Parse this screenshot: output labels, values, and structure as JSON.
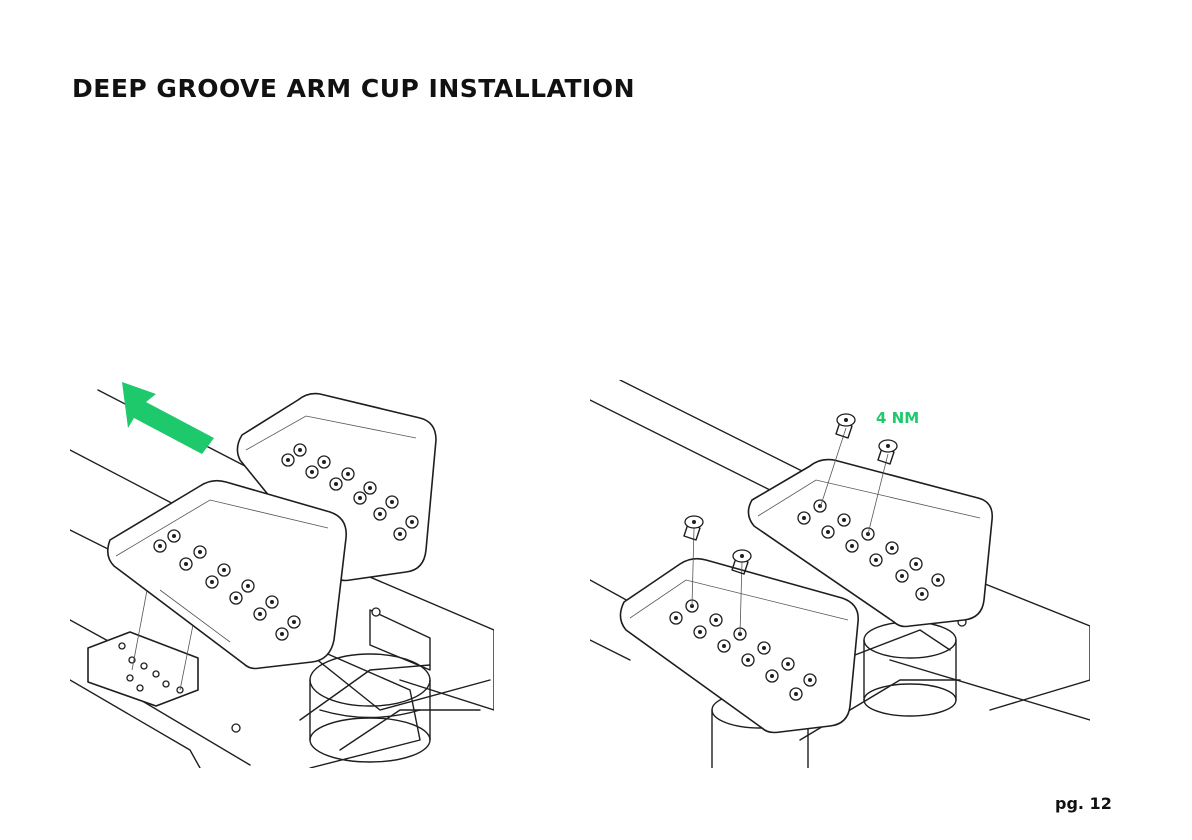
{
  "page": {
    "title": "DEEP GROOVE ARM CUP INSTALLATION",
    "page_number": "pg. 12"
  },
  "figures": {
    "left": {
      "arrow_color": "#1dc96b"
    },
    "right": {
      "torque_label": "4 NM",
      "torque_color": "#1dc96b"
    }
  }
}
